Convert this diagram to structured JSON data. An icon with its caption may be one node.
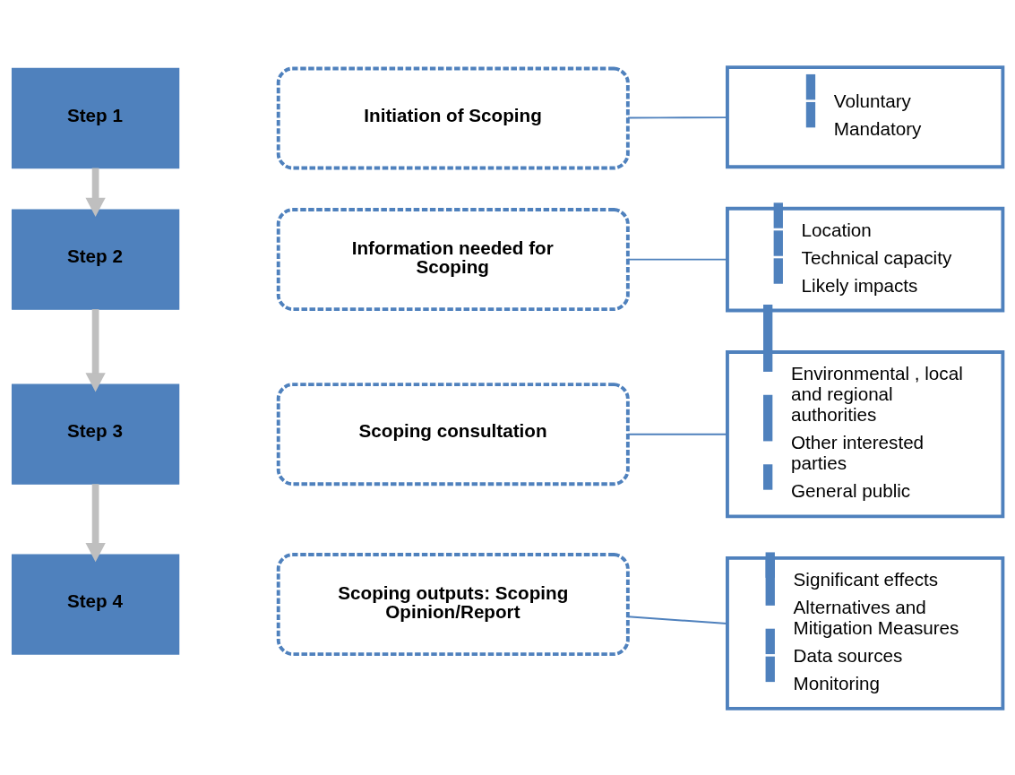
{
  "diagram": {
    "nodes": [
      {
        "text": [
          "Step 1"
        ]
      },
      {
        "text": [
          "Initiation of Scoping"
        ]
      },
      {
        "text": [
          "Voluntary",
          "Mandatory"
        ]
      },
      {
        "text": [
          "Step 2"
        ]
      },
      {
        "text": [
          "Information needed for Scoping"
        ]
      },
      {
        "text": [
          "Location",
          "Technical capacity",
          "Likely impacts"
        ]
      },
      {
        "text": [
          "Step 3"
        ]
      },
      {
        "text": [
          "Scoping consultation"
        ]
      },
      {
        "text": [
          "Environmental , local and regional authorities",
          "Other interested parties",
          "General public"
        ]
      },
      {
        "text": [
          "Step 4"
        ]
      },
      {
        "text": [
          "Scoping outputs: Scoping Opinion/Report"
        ]
      },
      {
        "text": [
          "Significant effects",
          "Alternatives and Mitigation Measures",
          "Data sources",
          "Monitoring"
        ]
      }
    ],
    "edges": [
      {
        "from": 1,
        "to": 2,
        "arrow": "none"
      },
      {
        "from": 0,
        "to": 3,
        "arrow": "to",
        "style": "thick",
        "color": "#bfbfbf"
      },
      {
        "from": 4,
        "to": 5,
        "arrow": "none"
      },
      {
        "from": 3,
        "to": 6,
        "arrow": "to",
        "style": "thick",
        "color": "#bfbfbf"
      },
      {
        "from": 7,
        "to": 8,
        "arrow": "none"
      },
      {
        "from": 6,
        "to": 9,
        "arrow": "to",
        "style": "thick",
        "color": "#bfbfbf"
      },
      {
        "from": 10,
        "to": 11,
        "arrow": "none"
      }
    ]
  }
}
